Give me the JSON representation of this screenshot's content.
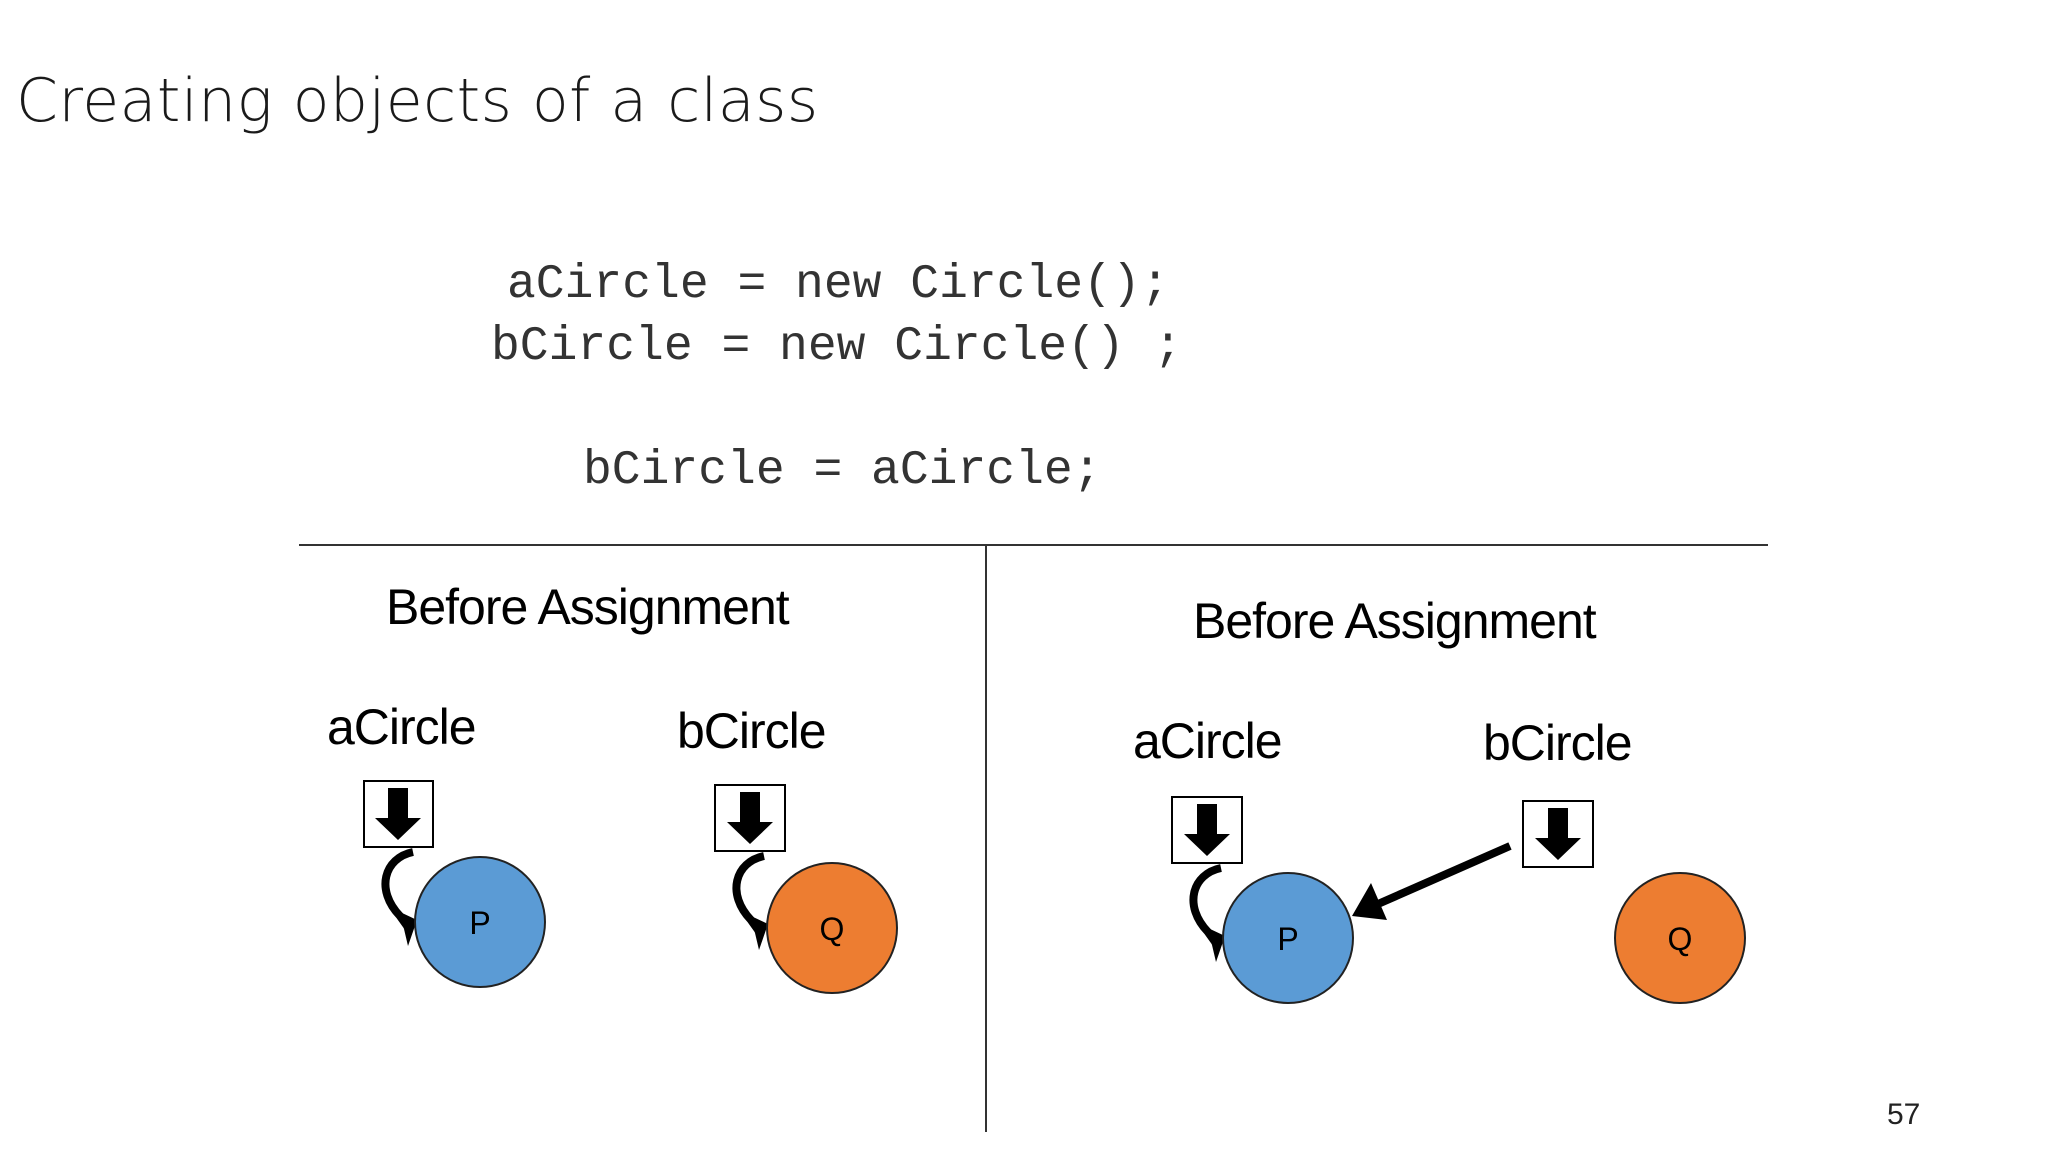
{
  "slide": {
    "title": "Creating objects of a class",
    "page_number": "57"
  },
  "code": {
    "line1": "aCircle = new Circle();",
    "line2": "bCircle = new Circle() ;",
    "line3": "bCircle = aCircle;"
  },
  "left_panel": {
    "heading": "Before Assignment",
    "var_a": "aCircle",
    "var_b": "bCircle",
    "obj_a": "P",
    "obj_b": "Q"
  },
  "right_panel": {
    "heading": "Before Assignment",
    "var_a": "aCircle",
    "var_b": "bCircle",
    "obj_a": "P",
    "obj_b": "Q"
  },
  "colors": {
    "object_p": "#5b9bd5",
    "object_q": "#ed7d31"
  }
}
